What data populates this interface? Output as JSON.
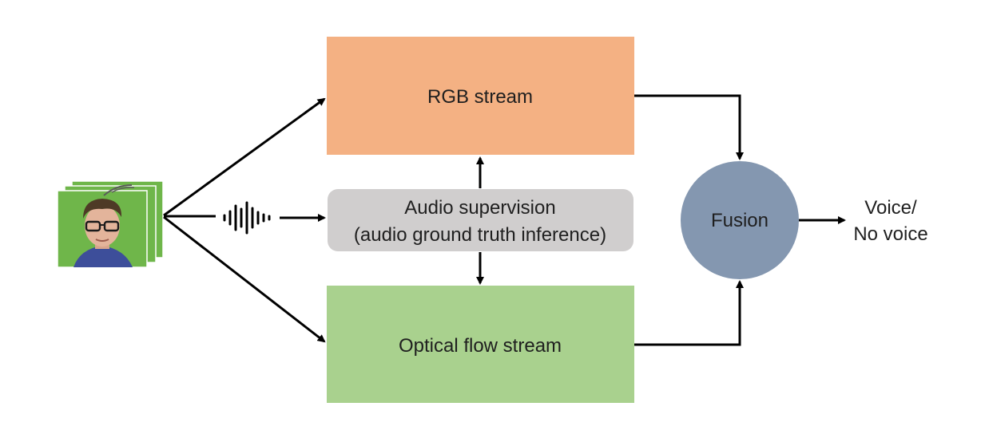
{
  "diagram": {
    "rgb_stream": {
      "label": "RGB stream",
      "color": "#f4b183"
    },
    "optical_flow_stream": {
      "label": "Optical flow stream",
      "color": "#a9d18e"
    },
    "audio_supervision": {
      "line1": "Audio supervision",
      "line2": "(audio ground truth inference)",
      "color": "#d0cece"
    },
    "fusion": {
      "label": "Fusion",
      "color": "#8497b0"
    },
    "output": {
      "line1": "Voice/",
      "line2": "No voice"
    },
    "input": {
      "description_icon": "video-frames-icon",
      "background_color": "#6fb64a"
    },
    "audio_icon": "audio-waveform-icon",
    "arrow_color": "#000000"
  }
}
